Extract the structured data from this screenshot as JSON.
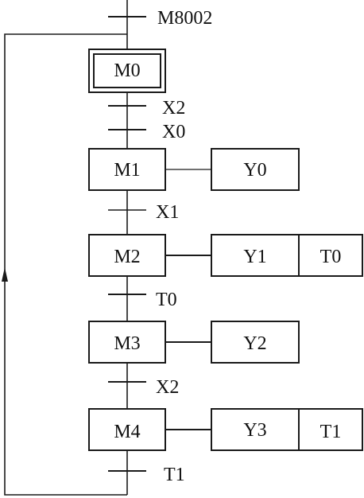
{
  "diagram": {
    "initial_transition": "M8002",
    "steps": [
      {
        "id": "M0",
        "initial": true,
        "actions": []
      },
      {
        "id": "M1",
        "initial": false,
        "actions": [
          "Y0"
        ]
      },
      {
        "id": "M2",
        "initial": false,
        "actions": [
          "Y1",
          "T0"
        ]
      },
      {
        "id": "M3",
        "initial": false,
        "actions": [
          "Y2"
        ]
      },
      {
        "id": "M4",
        "initial": false,
        "actions": [
          "Y3",
          "T1"
        ]
      }
    ],
    "transitions": [
      {
        "after": "M0",
        "conditions": [
          "X2",
          "X0"
        ]
      },
      {
        "after": "M1",
        "conditions": [
          "X1"
        ]
      },
      {
        "after": "M2",
        "conditions": [
          "T0"
        ]
      },
      {
        "after": "M3",
        "conditions": [
          "X2"
        ]
      },
      {
        "after": "M4",
        "conditions": [
          "T1"
        ]
      }
    ],
    "loop_back_to": "M0",
    "colors": {
      "line": "#1a1a1a",
      "background": "#ffffff"
    }
  }
}
